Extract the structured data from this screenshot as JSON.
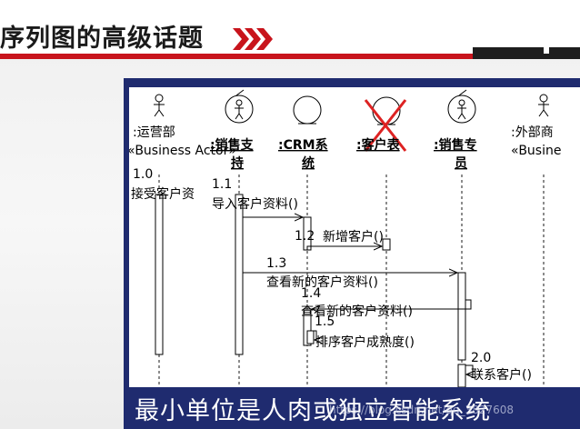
{
  "slide": {
    "title": "序列图的高级话题",
    "caption": "最小单位是人肉或独立智能系统",
    "watermark": "https://blog.csdn.net/qq_3827608"
  },
  "colors": {
    "accent_red": "#c8141c",
    "frame_navy": "#1f2b6f",
    "delete_mark": "#dd2222"
  },
  "diagram": {
    "lifelines": [
      {
        "id": "ops",
        "kind": "actor",
        "name": ":运营部",
        "stereotype": "«Business Actor»"
      },
      {
        "id": "sales_support",
        "kind": "business-worker",
        "name_line1": ":销售支",
        "name_line2": "持"
      },
      {
        "id": "crm",
        "kind": "entity",
        "name_line1": ":CRM系",
        "name_line2": "统"
      },
      {
        "id": "customer_table",
        "kind": "entity-deleted",
        "name": ":客户表"
      },
      {
        "id": "sales_rep",
        "kind": "business-worker",
        "name_line1": ":销售专",
        "name_line2": "员"
      },
      {
        "id": "external",
        "kind": "actor",
        "name": ":外部商",
        "stereotype": "«Busine"
      }
    ],
    "messages": [
      {
        "num": "1.0",
        "text": "接受客户资"
      },
      {
        "num": "1.1",
        "text": "导入客户资料()"
      },
      {
        "num": "1.2",
        "text": "新增客户()"
      },
      {
        "num": "1.3",
        "text": "查看新的客户资料()"
      },
      {
        "num": "1.4",
        "text": "查看新的客户资料()"
      },
      {
        "num": "1.5",
        "text": "排序客户成熟度()"
      },
      {
        "num": "2.0",
        "text": "联系客户()"
      }
    ]
  }
}
